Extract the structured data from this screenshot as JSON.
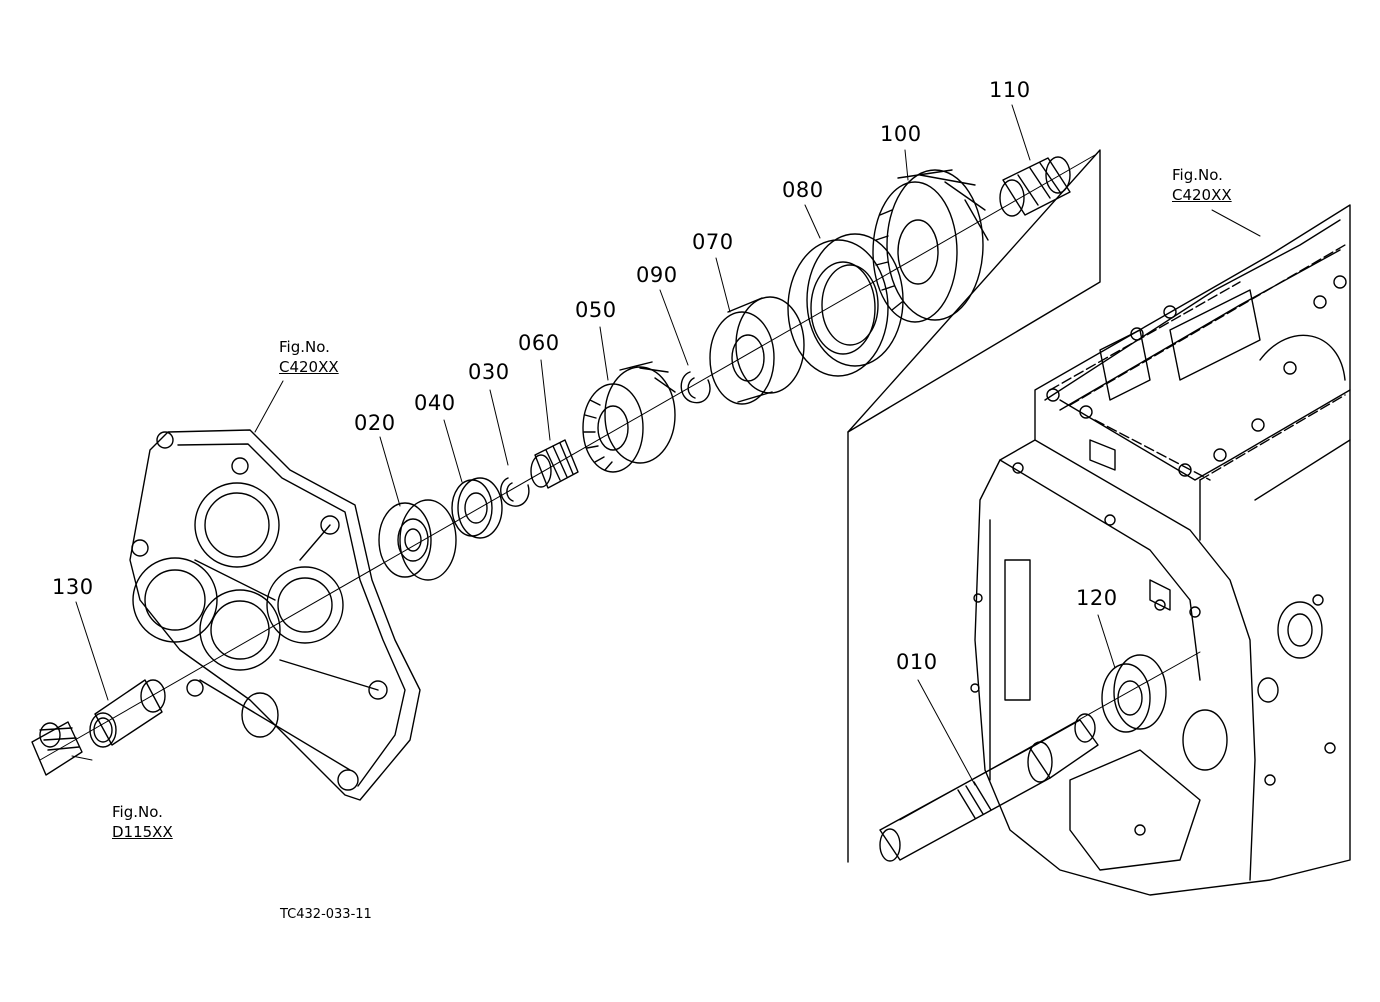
{
  "parts": [
    {
      "id": "part-010",
      "label": "010"
    },
    {
      "id": "part-020",
      "label": "020"
    },
    {
      "id": "part-030",
      "label": "030"
    },
    {
      "id": "part-040",
      "label": "040"
    },
    {
      "id": "part-050",
      "label": "050"
    },
    {
      "id": "part-060",
      "label": "060"
    },
    {
      "id": "part-070",
      "label": "070"
    },
    {
      "id": "part-080",
      "label": "080"
    },
    {
      "id": "part-090",
      "label": "090"
    },
    {
      "id": "part-100",
      "label": "100"
    },
    {
      "id": "part-110",
      "label": "110"
    },
    {
      "id": "part-120",
      "label": "120"
    },
    {
      "id": "part-130",
      "label": "130"
    }
  ],
  "figure_refs": [
    {
      "prefix": "Fig.No.",
      "code": "C420XX"
    },
    {
      "prefix": "Fig.No.",
      "code": "C420XX"
    },
    {
      "prefix": "Fig.No.",
      "code": "D115XX"
    }
  ],
  "drawing_id": "TC432-033-11"
}
